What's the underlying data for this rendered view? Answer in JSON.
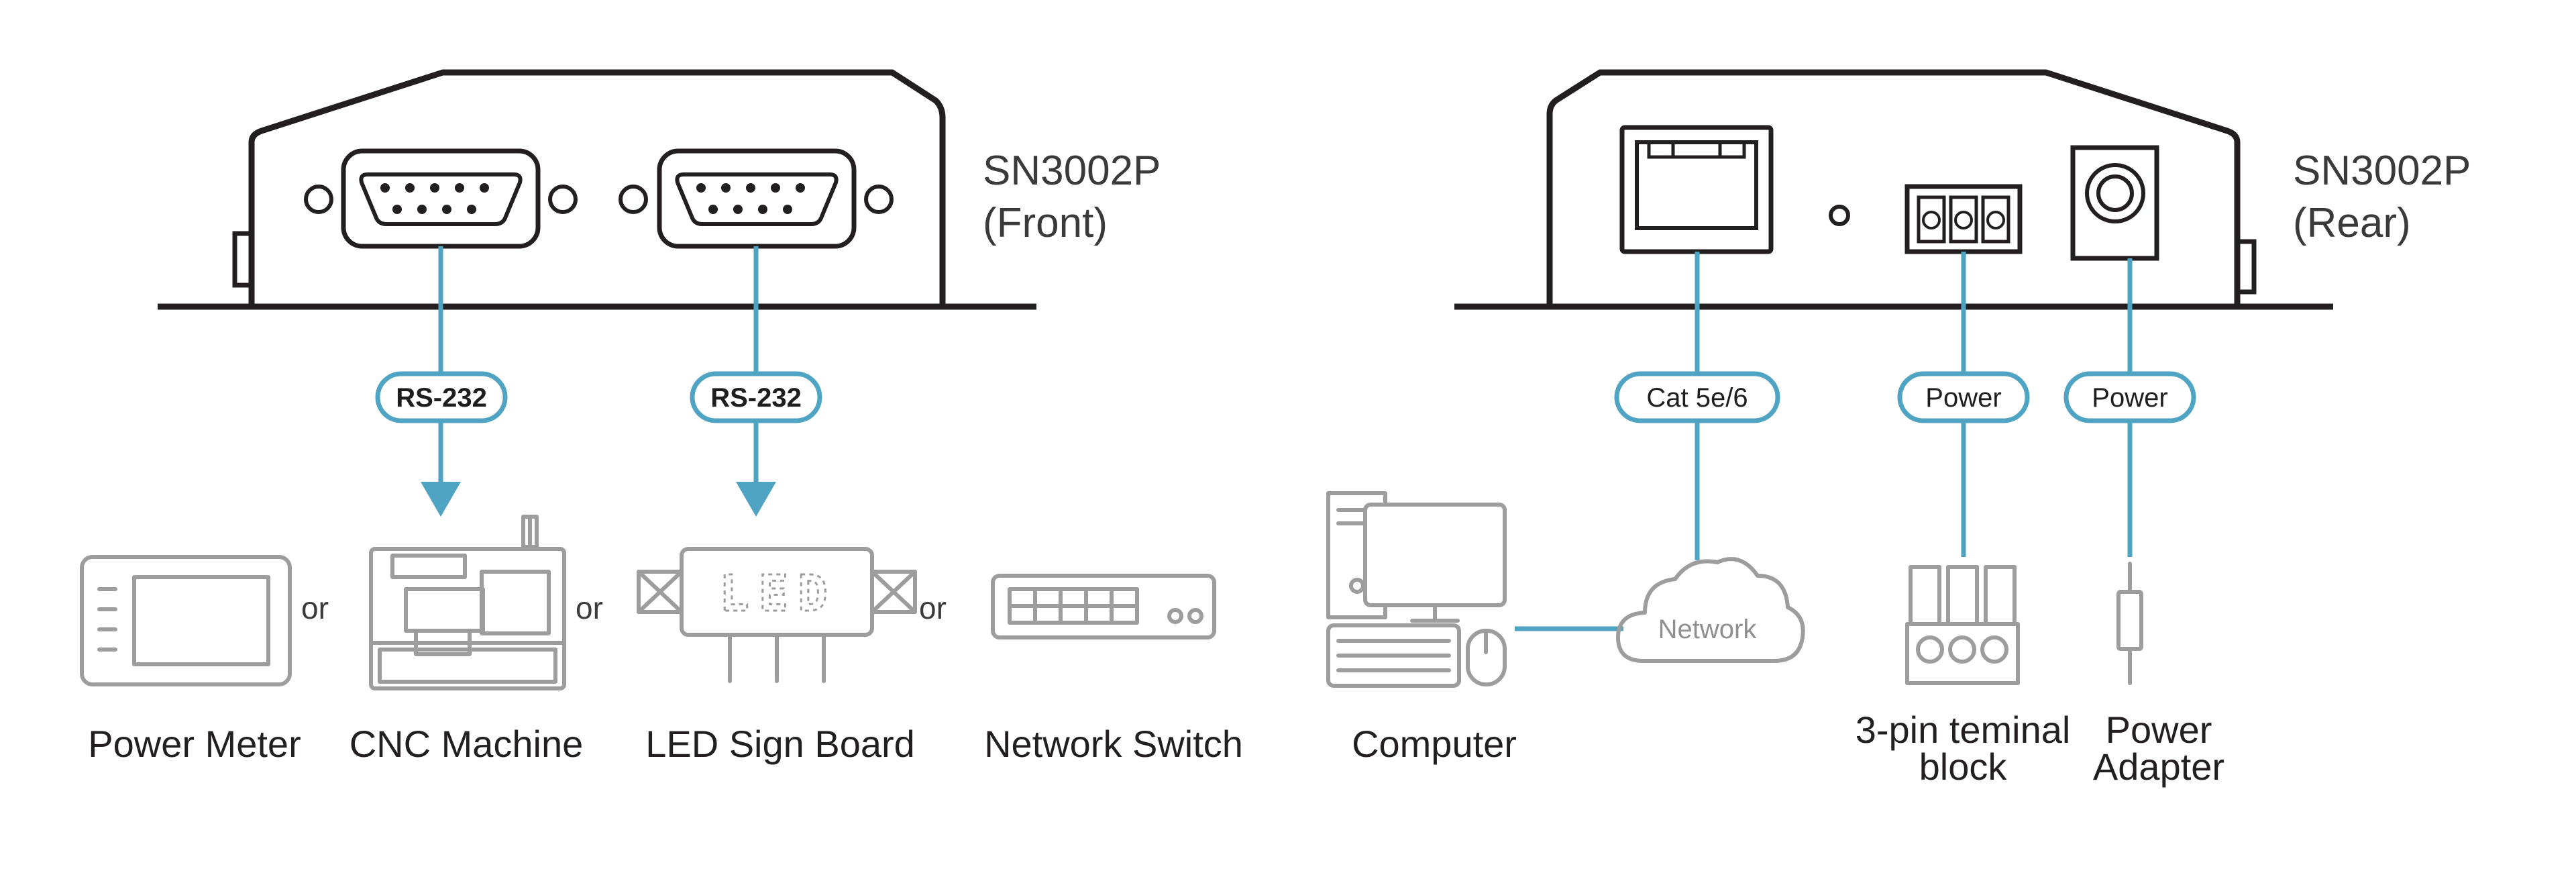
{
  "front": {
    "model": "SN3002P",
    "view": "(Front)"
  },
  "rear": {
    "model": "SN3002P",
    "view": "(Rear)"
  },
  "connections": {
    "rs232_a": "RS-232",
    "rs232_b": "RS-232",
    "cat": "Cat 5e/6",
    "power_a": "Power",
    "power_b": "Power"
  },
  "devices": {
    "power_meter": "Power Meter",
    "cnc_machine": "CNC Machine",
    "led_sign_board": "LED Sign Board",
    "network_switch": "Network Switch",
    "computer": "Computer",
    "terminal_block_line1": "3-pin teminal",
    "terminal_block_line2": "block",
    "power_adapter_line1": "Power",
    "power_adapter_line2": "Adapter"
  },
  "or_labels": [
    "or",
    "or",
    "or"
  ],
  "network_label": "Network",
  "led_text": "LED",
  "colors": {
    "cable": "#4fa3c3",
    "device_outline": "#9d9d9d",
    "unit_outline": "#231f20"
  }
}
